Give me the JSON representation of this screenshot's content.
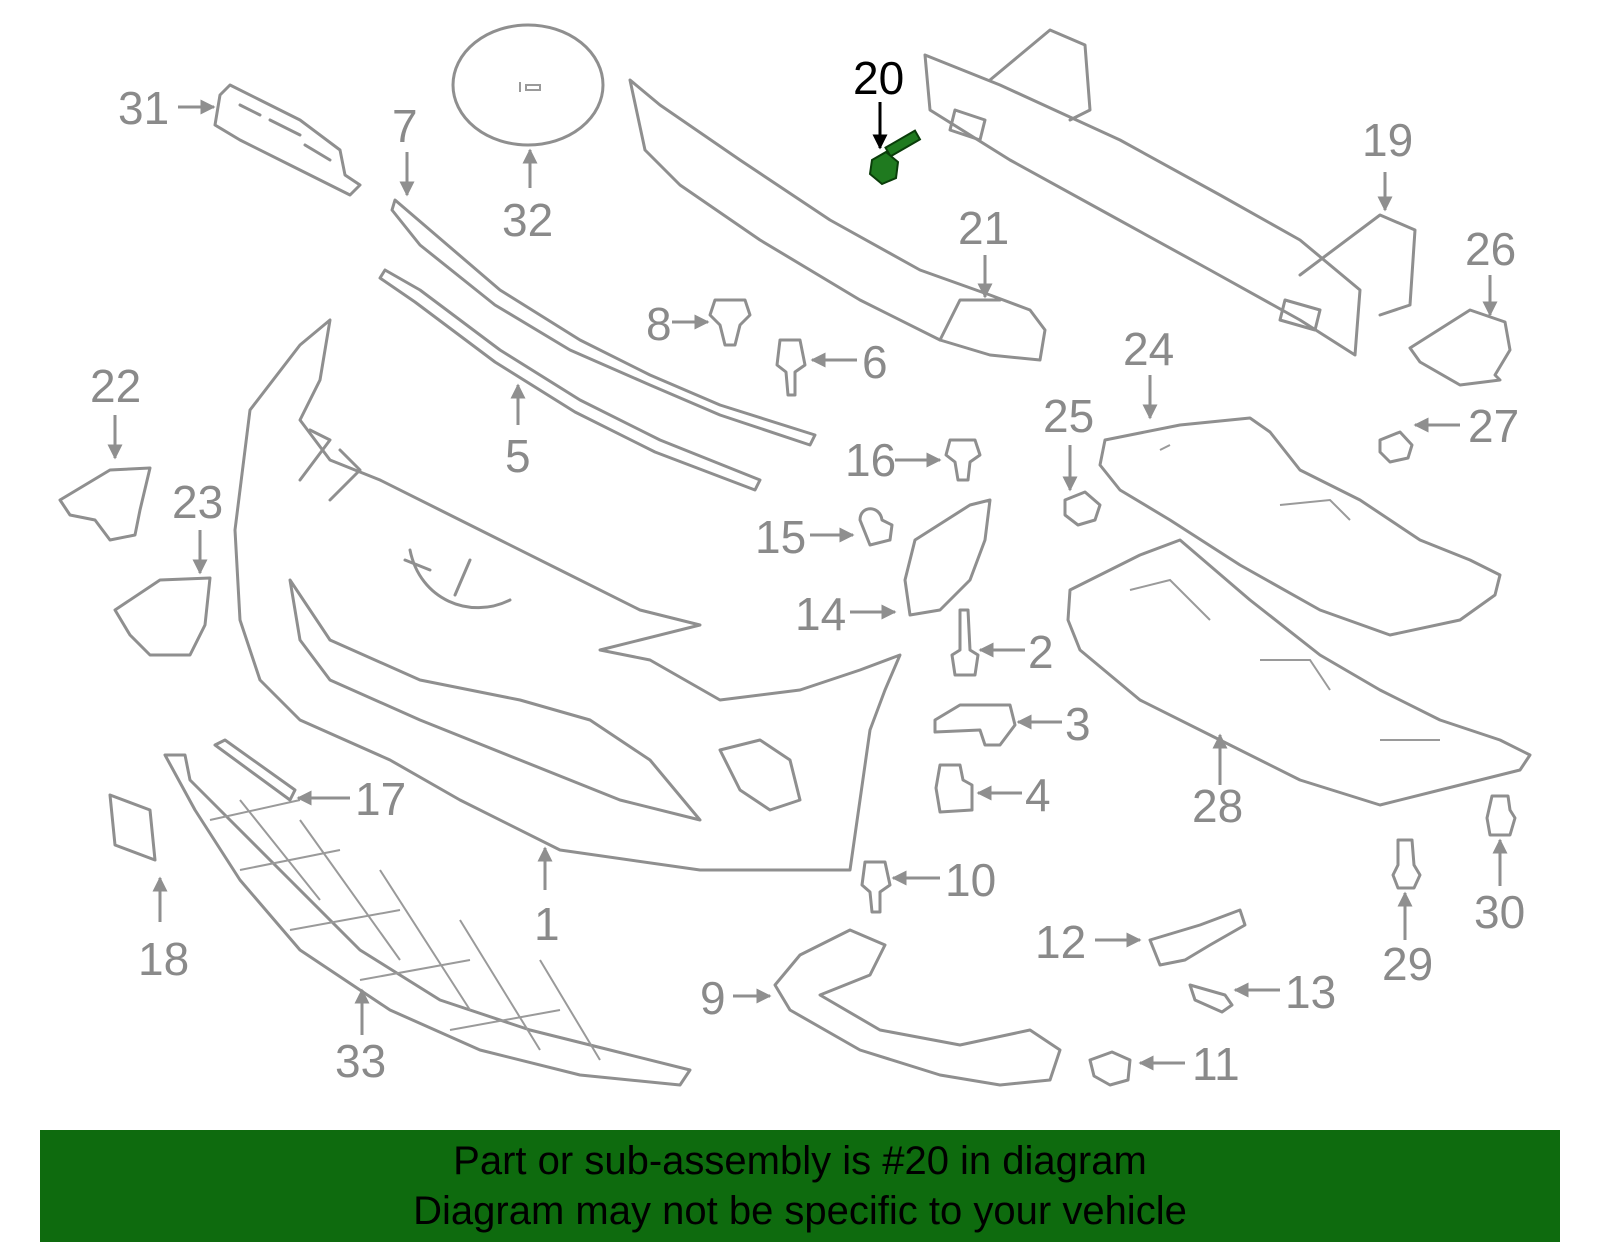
{
  "callouts": {
    "c1": "1",
    "c2": "2",
    "c3": "3",
    "c4": "4",
    "c5": "5",
    "c6": "6",
    "c7": "7",
    "c8": "8",
    "c9": "9",
    "c10": "10",
    "c11": "11",
    "c12": "12",
    "c13": "13",
    "c14": "14",
    "c15": "15",
    "c16": "16",
    "c17": "17",
    "c18": "18",
    "c19": "19",
    "c20": "20",
    "c21": "21",
    "c22": "22",
    "c23": "23",
    "c24": "24",
    "c25": "25",
    "c26": "26",
    "c27": "27",
    "c28": "28",
    "c29": "29",
    "c30": "30",
    "c31": "31",
    "c32": "32",
    "c33": "33"
  },
  "highlight": {
    "part_number": "20",
    "color": "#1f7a1f"
  },
  "banner": {
    "line1": "Part or sub-assembly is #20 in diagram",
    "line2": "Diagram may not be specific to your vehicle",
    "background": "#0e6b0e"
  }
}
